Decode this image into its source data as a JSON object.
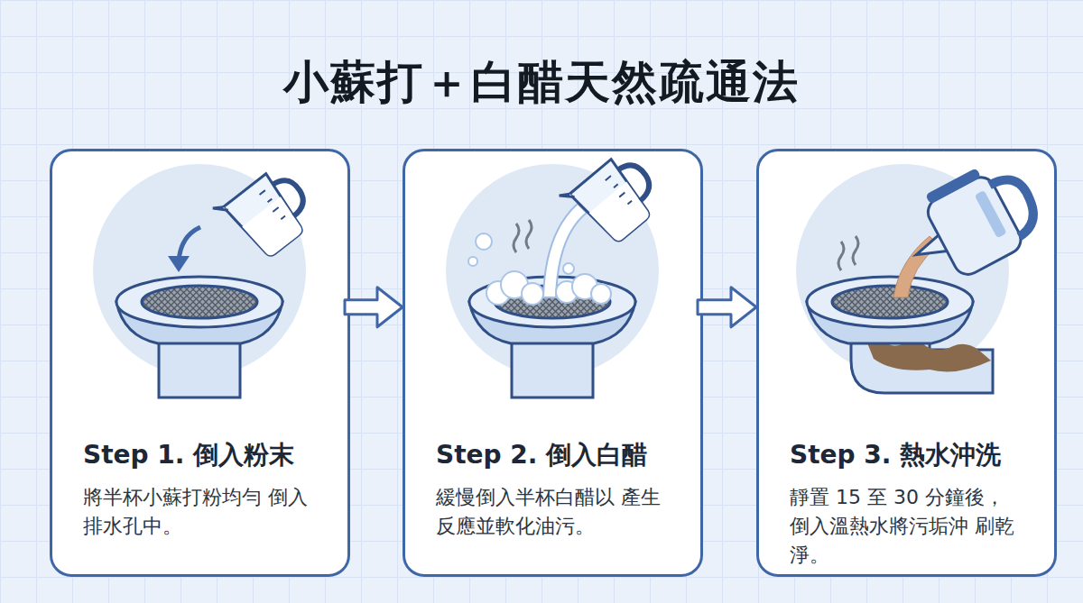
{
  "diagram": {
    "title": "小蘇打＋白醋天然疏通法",
    "nodes": [
      {
        "text": [
          "Step 1. 倒入粉末",
          "將半杯小蘇打粉均勻 倒入排水孔中。"
        ]
      },
      {
        "text": [
          "Step 2. 倒入白醋",
          "緩慢倒入半杯白醋以 產生反應並軟化油污。"
        ]
      },
      {
        "text": [
          "Step 3. 熱水沖洗",
          "靜置 15 至 30 分鐘後， 倒入溫熱水將污垢沖 刷乾淨。"
        ]
      }
    ],
    "edges": [
      {
        "from": 0,
        "to": 1,
        "arrow": "to"
      },
      {
        "from": 1,
        "to": 2,
        "arrow": "to"
      }
    ]
  }
}
